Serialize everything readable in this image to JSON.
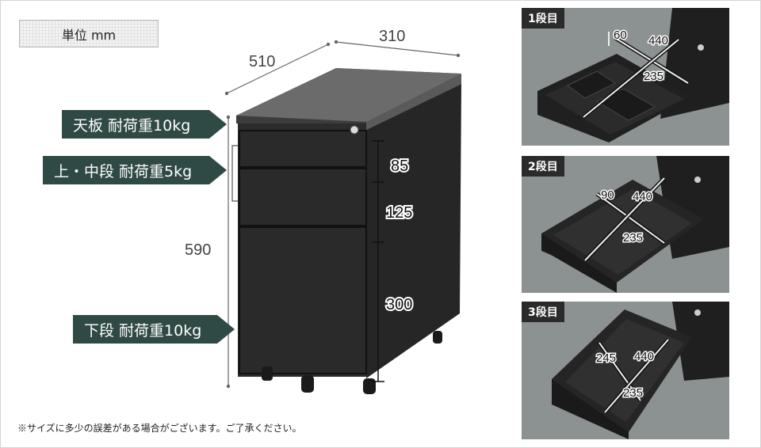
{
  "unit_label": "単位 mm",
  "dimensions": {
    "depth": "510",
    "width": "310",
    "height": "590"
  },
  "drawer_heights": {
    "top": "85",
    "middle": "125",
    "bottom": "300"
  },
  "tags": {
    "top_plate": "天板 耐荷重10kg",
    "upper_middle": "上・中段 耐荷重5kg",
    "lower": "下段 耐荷重10kg"
  },
  "panels": [
    {
      "title": "1段目",
      "depth_cm": "440",
      "width_cm": "235",
      "height_cm": "60"
    },
    {
      "title": "2段目",
      "depth_cm": "440",
      "width_cm": "235",
      "height_cm": "90"
    },
    {
      "title": "3段目",
      "depth_cm": "440",
      "width_cm": "235",
      "height_cm": "245"
    }
  ],
  "note": "※サイズに多少の誤差がある場合がございます。ご了承ください。",
  "colors": {
    "tag_bg": "#2f4a44",
    "cabinet": "#2a2a2a",
    "panel_bg": "#8a8f8f"
  }
}
